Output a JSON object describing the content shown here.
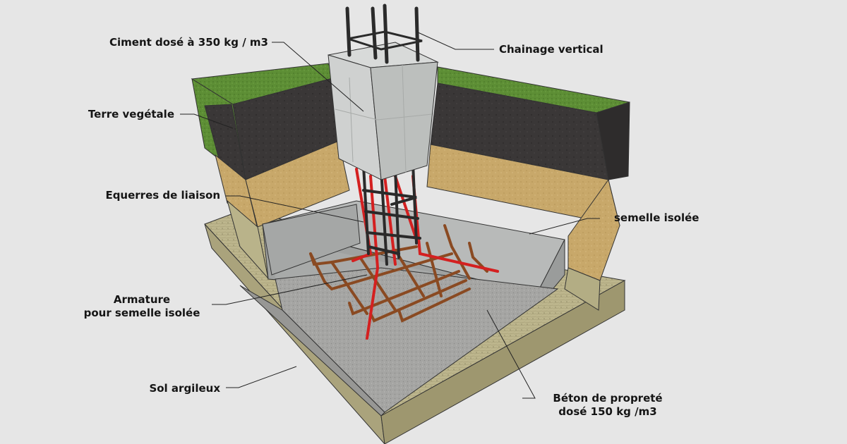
{
  "labels": {
    "ciment": "Ciment dosé à 350 kg / m3",
    "chainage": "Chainage vertical",
    "terre": "Terre vegétale",
    "equerres": "Equerres de liaison",
    "semelle": "semelle isolée",
    "armature_line1": "Armature",
    "armature_line2": "pour semelle isolée",
    "sol": "Sol argileux",
    "beton_line1": "Béton de propreté",
    "beton_line2": "dosé 150 kg /m3"
  },
  "colors": {
    "background": "#e6e6e6",
    "grass": "#5f8f36",
    "topsoil": "#3b3838",
    "sand": "#c9a96a",
    "clay": "#bfb88e",
    "concrete": "#c5c8c9",
    "lean_concrete": "#a3a3a1",
    "rebar_red": "#d42020",
    "rebar_brown": "#8a4a22",
    "rebar_dark": "#2a2a2a"
  }
}
